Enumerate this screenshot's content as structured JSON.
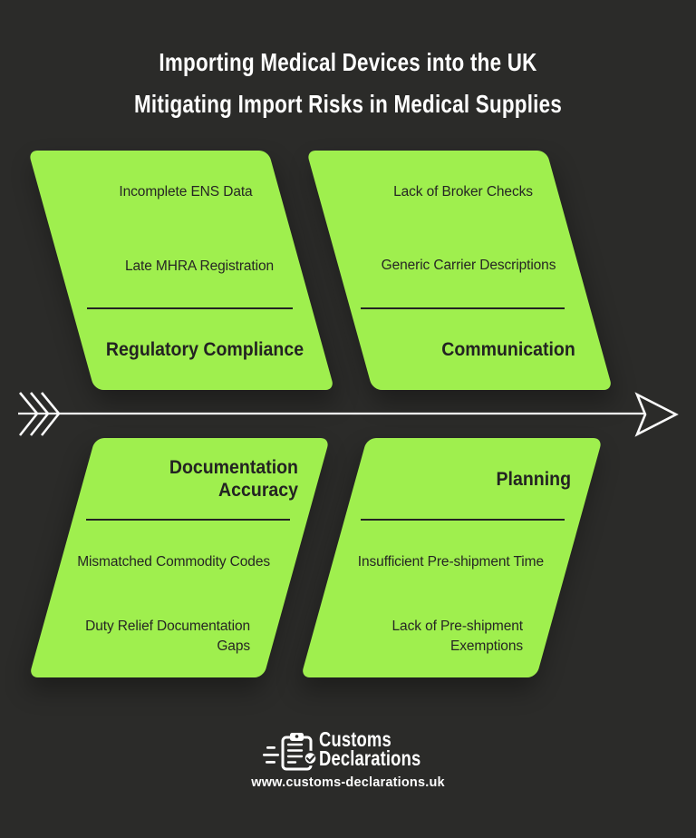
{
  "title": {
    "line1": "Importing Medical Devices into the UK",
    "line2": "Mitigating Import Risks in Medical Supplies"
  },
  "diagram": {
    "type": "fishbone",
    "spine_icon": "arrow-right-icon",
    "fletching_icon": "triple-chevron-icon",
    "branches": [
      {
        "position": "top-left",
        "category": "Regulatory Compliance",
        "causes": [
          "Incomplete ENS Data",
          "Late MHRA Registration"
        ]
      },
      {
        "position": "top-right",
        "category": "Communication",
        "causes": [
          "Lack of Broker Checks",
          "Generic Carrier Descriptions"
        ]
      },
      {
        "position": "bottom-left",
        "category": "Documentation Accuracy",
        "causes": [
          "Mismatched Commodity Codes",
          "Duty Relief Documentation Gaps"
        ]
      },
      {
        "position": "bottom-right",
        "category": "Planning",
        "causes": [
          "Insufficient Pre-shipment Time",
          "Lack of Pre-shipment Exemptions"
        ]
      }
    ]
  },
  "footer": {
    "logo_icon": "clipboard-check-icon",
    "brand_line1": "Customs",
    "brand_line2": "Declarations",
    "website": "www.customs-declarations.uk"
  },
  "colors": {
    "background": "#2b2b29",
    "panel_green": "#9fef4e",
    "text_dark": "#262624",
    "text_light": "#ffffff"
  }
}
